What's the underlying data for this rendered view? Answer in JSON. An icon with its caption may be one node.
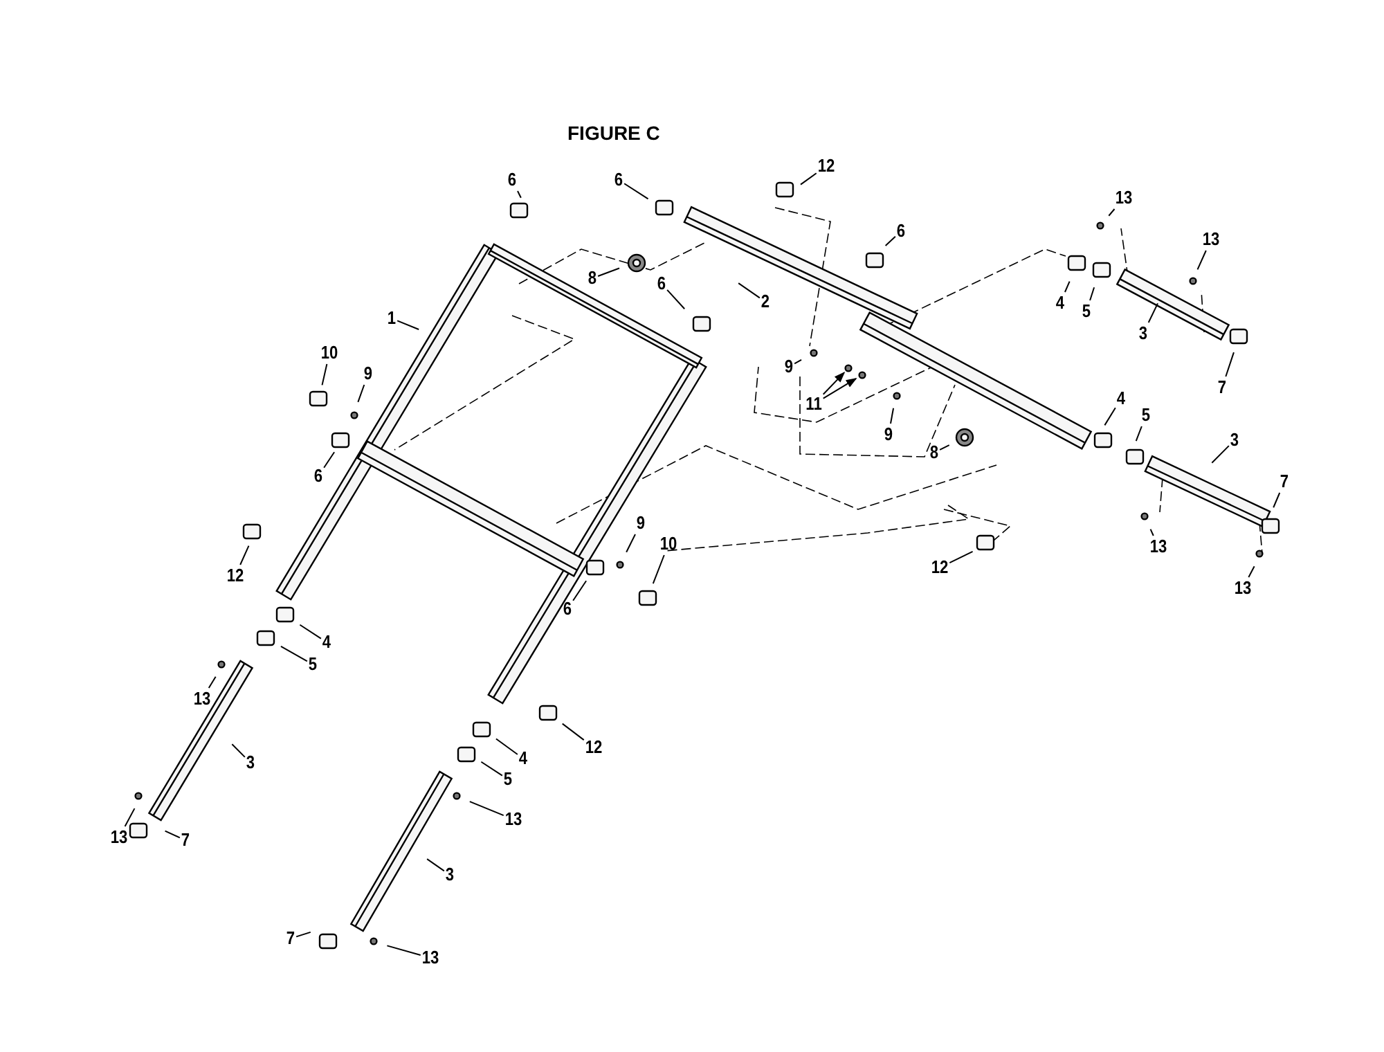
{
  "diagram": {
    "title": "FIGURE C",
    "nodes": [
      {
        "text": [
          "6"
        ]
      },
      {
        "text": [
          "12"
        ]
      },
      {
        "text": [
          "6"
        ]
      },
      {
        "text": [
          "13"
        ]
      },
      {
        "text": [
          "6"
        ]
      },
      {
        "text": [
          "13"
        ]
      },
      {
        "text": [
          "8"
        ]
      },
      {
        "text": [
          "6"
        ]
      },
      {
        "text": [
          "2"
        ]
      },
      {
        "text": [
          "1"
        ]
      },
      {
        "text": [
          "4"
        ]
      },
      {
        "text": [
          "5"
        ]
      },
      {
        "text": [
          "3"
        ]
      },
      {
        "text": [
          "10"
        ]
      },
      {
        "text": [
          "9"
        ]
      },
      {
        "text": [
          "7"
        ]
      },
      {
        "text": [
          "9"
        ]
      },
      {
        "text": [
          "11"
        ]
      },
      {
        "text": [
          "9"
        ]
      },
      {
        "text": [
          "4"
        ]
      },
      {
        "text": [
          "5"
        ]
      },
      {
        "text": [
          "3"
        ]
      },
      {
        "text": [
          "7"
        ]
      },
      {
        "text": [
          "6"
        ]
      },
      {
        "text": [
          "8"
        ]
      },
      {
        "text": [
          "9"
        ]
      },
      {
        "text": [
          "10"
        ]
      },
      {
        "text": [
          "12"
        ]
      },
      {
        "text": [
          "13"
        ]
      },
      {
        "text": [
          "12"
        ]
      },
      {
        "text": [
          "13"
        ]
      },
      {
        "text": [
          "6"
        ]
      },
      {
        "text": [
          "4"
        ]
      },
      {
        "text": [
          "5"
        ]
      },
      {
        "text": [
          "13"
        ]
      },
      {
        "text": [
          "12"
        ]
      },
      {
        "text": [
          "4"
        ]
      },
      {
        "text": [
          "3"
        ]
      },
      {
        "text": [
          "5"
        ]
      },
      {
        "text": [
          "13"
        ]
      },
      {
        "text": [
          "13"
        ]
      },
      {
        "text": [
          "7"
        ]
      },
      {
        "text": [
          "3"
        ]
      },
      {
        "text": [
          "7"
        ]
      },
      {
        "text": [
          "13"
        ]
      }
    ],
    "edges": [
      {
        "from": 0,
        "to": null,
        "arrow": "none"
      },
      {
        "from": 1,
        "to": null,
        "arrow": "none"
      },
      {
        "from": 2,
        "to": null,
        "arrow": "none"
      },
      {
        "from": 3,
        "to": null,
        "arrow": "none"
      },
      {
        "from": 4,
        "to": null,
        "arrow": "none"
      },
      {
        "from": 5,
        "to": null,
        "arrow": "none"
      },
      {
        "from": 6,
        "to": null,
        "arrow": "none"
      },
      {
        "from": 7,
        "to": null,
        "arrow": "none"
      },
      {
        "from": 8,
        "to": null,
        "arrow": "none"
      },
      {
        "from": 9,
        "to": null,
        "arrow": "none"
      },
      {
        "from": 10,
        "to": null,
        "arrow": "none"
      },
      {
        "from": 11,
        "to": null,
        "arrow": "none"
      },
      {
        "from": 12,
        "to": null,
        "arrow": "none"
      },
      {
        "from": 13,
        "to": null,
        "arrow": "none"
      },
      {
        "from": 14,
        "to": null,
        "arrow": "none"
      },
      {
        "from": 15,
        "to": null,
        "arrow": "none"
      },
      {
        "from": 16,
        "to": null,
        "arrow": "none"
      },
      {
        "from": 17,
        "to": null,
        "arrow": "to"
      },
      {
        "from": 17,
        "to": null,
        "arrow": "to"
      },
      {
        "from": 18,
        "to": null,
        "arrow": "none"
      },
      {
        "from": 19,
        "to": null,
        "arrow": "none"
      },
      {
        "from": 20,
        "to": null,
        "arrow": "none"
      },
      {
        "from": 21,
        "to": null,
        "arrow": "none"
      },
      {
        "from": 22,
        "to": null,
        "arrow": "none"
      },
      {
        "from": 23,
        "to": null,
        "arrow": "none"
      },
      {
        "from": 24,
        "to": null,
        "arrow": "none"
      },
      {
        "from": 25,
        "to": null,
        "arrow": "none"
      },
      {
        "from": 26,
        "to": null,
        "arrow": "none"
      },
      {
        "from": 27,
        "to": null,
        "arrow": "none"
      },
      {
        "from": 28,
        "to": null,
        "arrow": "none"
      },
      {
        "from": 29,
        "to": null,
        "arrow": "none"
      },
      {
        "from": 30,
        "to": null,
        "arrow": "none"
      },
      {
        "from": 31,
        "to": null,
        "arrow": "none"
      },
      {
        "from": 32,
        "to": null,
        "arrow": "none"
      },
      {
        "from": 33,
        "to": null,
        "arrow": "none"
      },
      {
        "from": 34,
        "to": null,
        "arrow": "none"
      },
      {
        "from": 35,
        "to": null,
        "arrow": "none"
      },
      {
        "from": 36,
        "to": null,
        "arrow": "none"
      },
      {
        "from": 37,
        "to": null,
        "arrow": "none"
      },
      {
        "from": 38,
        "to": null,
        "arrow": "none"
      },
      {
        "from": 39,
        "to": null,
        "arrow": "none"
      },
      {
        "from": 40,
        "to": null,
        "arrow": "none"
      },
      {
        "from": 41,
        "to": null,
        "arrow": "none"
      },
      {
        "from": 42,
        "to": null,
        "arrow": "none"
      },
      {
        "from": 43,
        "to": null,
        "arrow": "none"
      },
      {
        "from": 44,
        "to": null,
        "arrow": "none"
      }
    ]
  }
}
